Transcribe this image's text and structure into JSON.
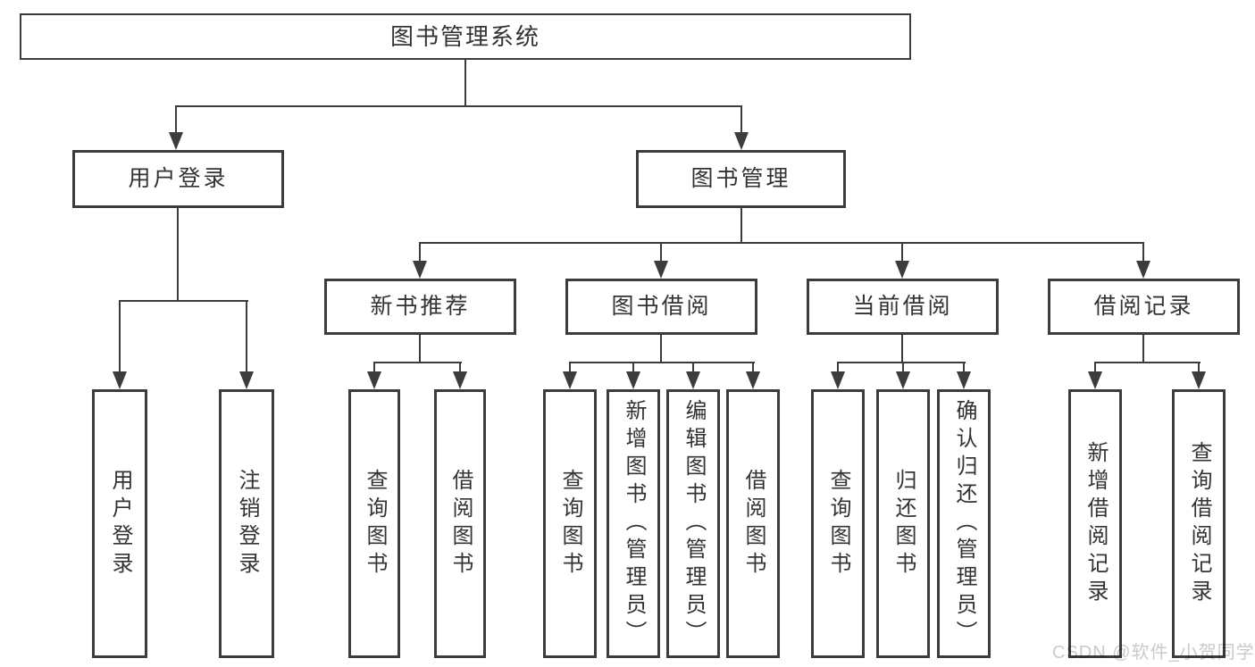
{
  "diagram_title": "图书管理系统",
  "nodes": {
    "root": "图书管理系统",
    "user_login": "用户登录",
    "book_management": "图书管理",
    "new_book_recommend": "新书推荐",
    "book_borrow": "图书借阅",
    "current_borrow": "当前借阅",
    "borrow_record": "借阅记录",
    "login_user": "用户登录",
    "login_logout": "注销登录",
    "nb_query_book": "查询图书",
    "nb_borrow_book": "借阅图书",
    "bb_query_book": "查询图书",
    "bb_add_book": "新增图书（管理员）",
    "bb_edit_book": "编辑图书（管理员）",
    "bb_borrow_book": "借阅图书",
    "cb_query_book": "查询图书",
    "cb_return_book": "归还图书",
    "cb_confirm_return": "确认归还（管理员）",
    "br_add_record": "新增借阅记录",
    "br_query_record": "查询借阅记录"
  },
  "structure": {
    "图书管理系统": [
      "用户登录",
      "图书管理"
    ],
    "用户登录": [
      "用户登录",
      "注销登录"
    ],
    "图书管理": [
      "新书推荐",
      "图书借阅",
      "当前借阅",
      "借阅记录"
    ],
    "新书推荐": [
      "查询图书",
      "借阅图书"
    ],
    "图书借阅": [
      "查询图书",
      "新增图书（管理员）",
      "编辑图书（管理员）",
      "借阅图书"
    ],
    "当前借阅": [
      "查询图书",
      "归还图书",
      "确认归还（管理员）"
    ],
    "借阅记录": [
      "新增借阅记录",
      "查询借阅记录"
    ]
  },
  "watermark": "CSDN @软件_小贺同学",
  "colors": {
    "line": "#3c3c3c",
    "box_border": "#3c3c3c",
    "text": "#333333",
    "background": "#ffffff",
    "watermark": "#c8cace"
  }
}
